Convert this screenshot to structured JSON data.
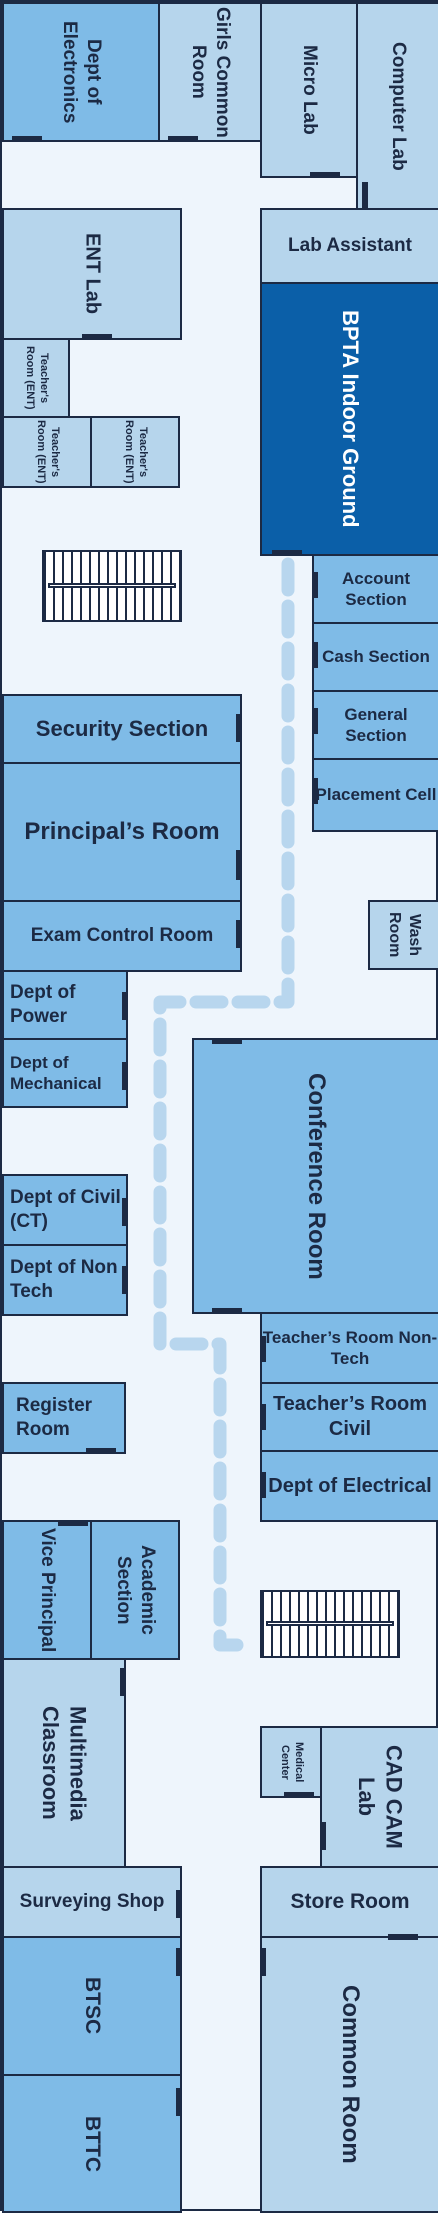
{
  "colors": {
    "floor": "#eef5fc",
    "outline": "#1c2a44",
    "room_light": "#b6d5ec",
    "room_medium": "#7fbbe7",
    "room_dark": "#0b5fa8",
    "route": "#b8d6ee"
  },
  "rooms": {
    "dept_electronics": "Dept of Electronics",
    "girls_common_room": "Girls Common Room",
    "micro_lab": "Micro Lab",
    "computer_lab": "Computer Lab",
    "ent_lab": "ENT Lab",
    "lab_assistant": "Lab Assistant",
    "bpta_indoor_ground": "BPTA Indoor Ground",
    "teachers_room_ent_1": "Teacher's Room (ENT)",
    "teachers_room_ent_2": "Teacher's Room (ENT)",
    "teachers_room_ent_3": "Teacher's Room (ENT)",
    "account_section": "Account Section",
    "cash_section": "Cash Section",
    "general_section": "General Section",
    "placement_cell": "Placement Cell",
    "security_section": "Security Section",
    "principals_room": "Principal’s Room",
    "exam_control_room": "Exam Control Room",
    "wash_room": "Wash Room",
    "dept_power": "Dept of Power",
    "dept_mechanical": "Dept of Mechanical",
    "conference_room": "Conference Room",
    "dept_civil_ct": "Dept of Civil (CT)",
    "dept_non_tech": "Dept of Non Tech",
    "teachers_room_non_tech": "Teacher’s Room Non-Tech",
    "teachers_room_civil": "Teacher’s Room Civil",
    "register_room": "Register Room",
    "dept_electrical": "Dept of Electrical",
    "vice_principal": "Vice Principal",
    "academic_section": "Academic Section",
    "multimedia_classroom": "Multimedia Classroom",
    "medical_center": "Medical Center",
    "cad_cam_lab": "CAD CAM Lab",
    "surveying_shop": "Surveying Shop",
    "store_room": "Store Room",
    "btsc": "BTSC",
    "bttc": "BTTC",
    "common_room": "Common Room"
  }
}
